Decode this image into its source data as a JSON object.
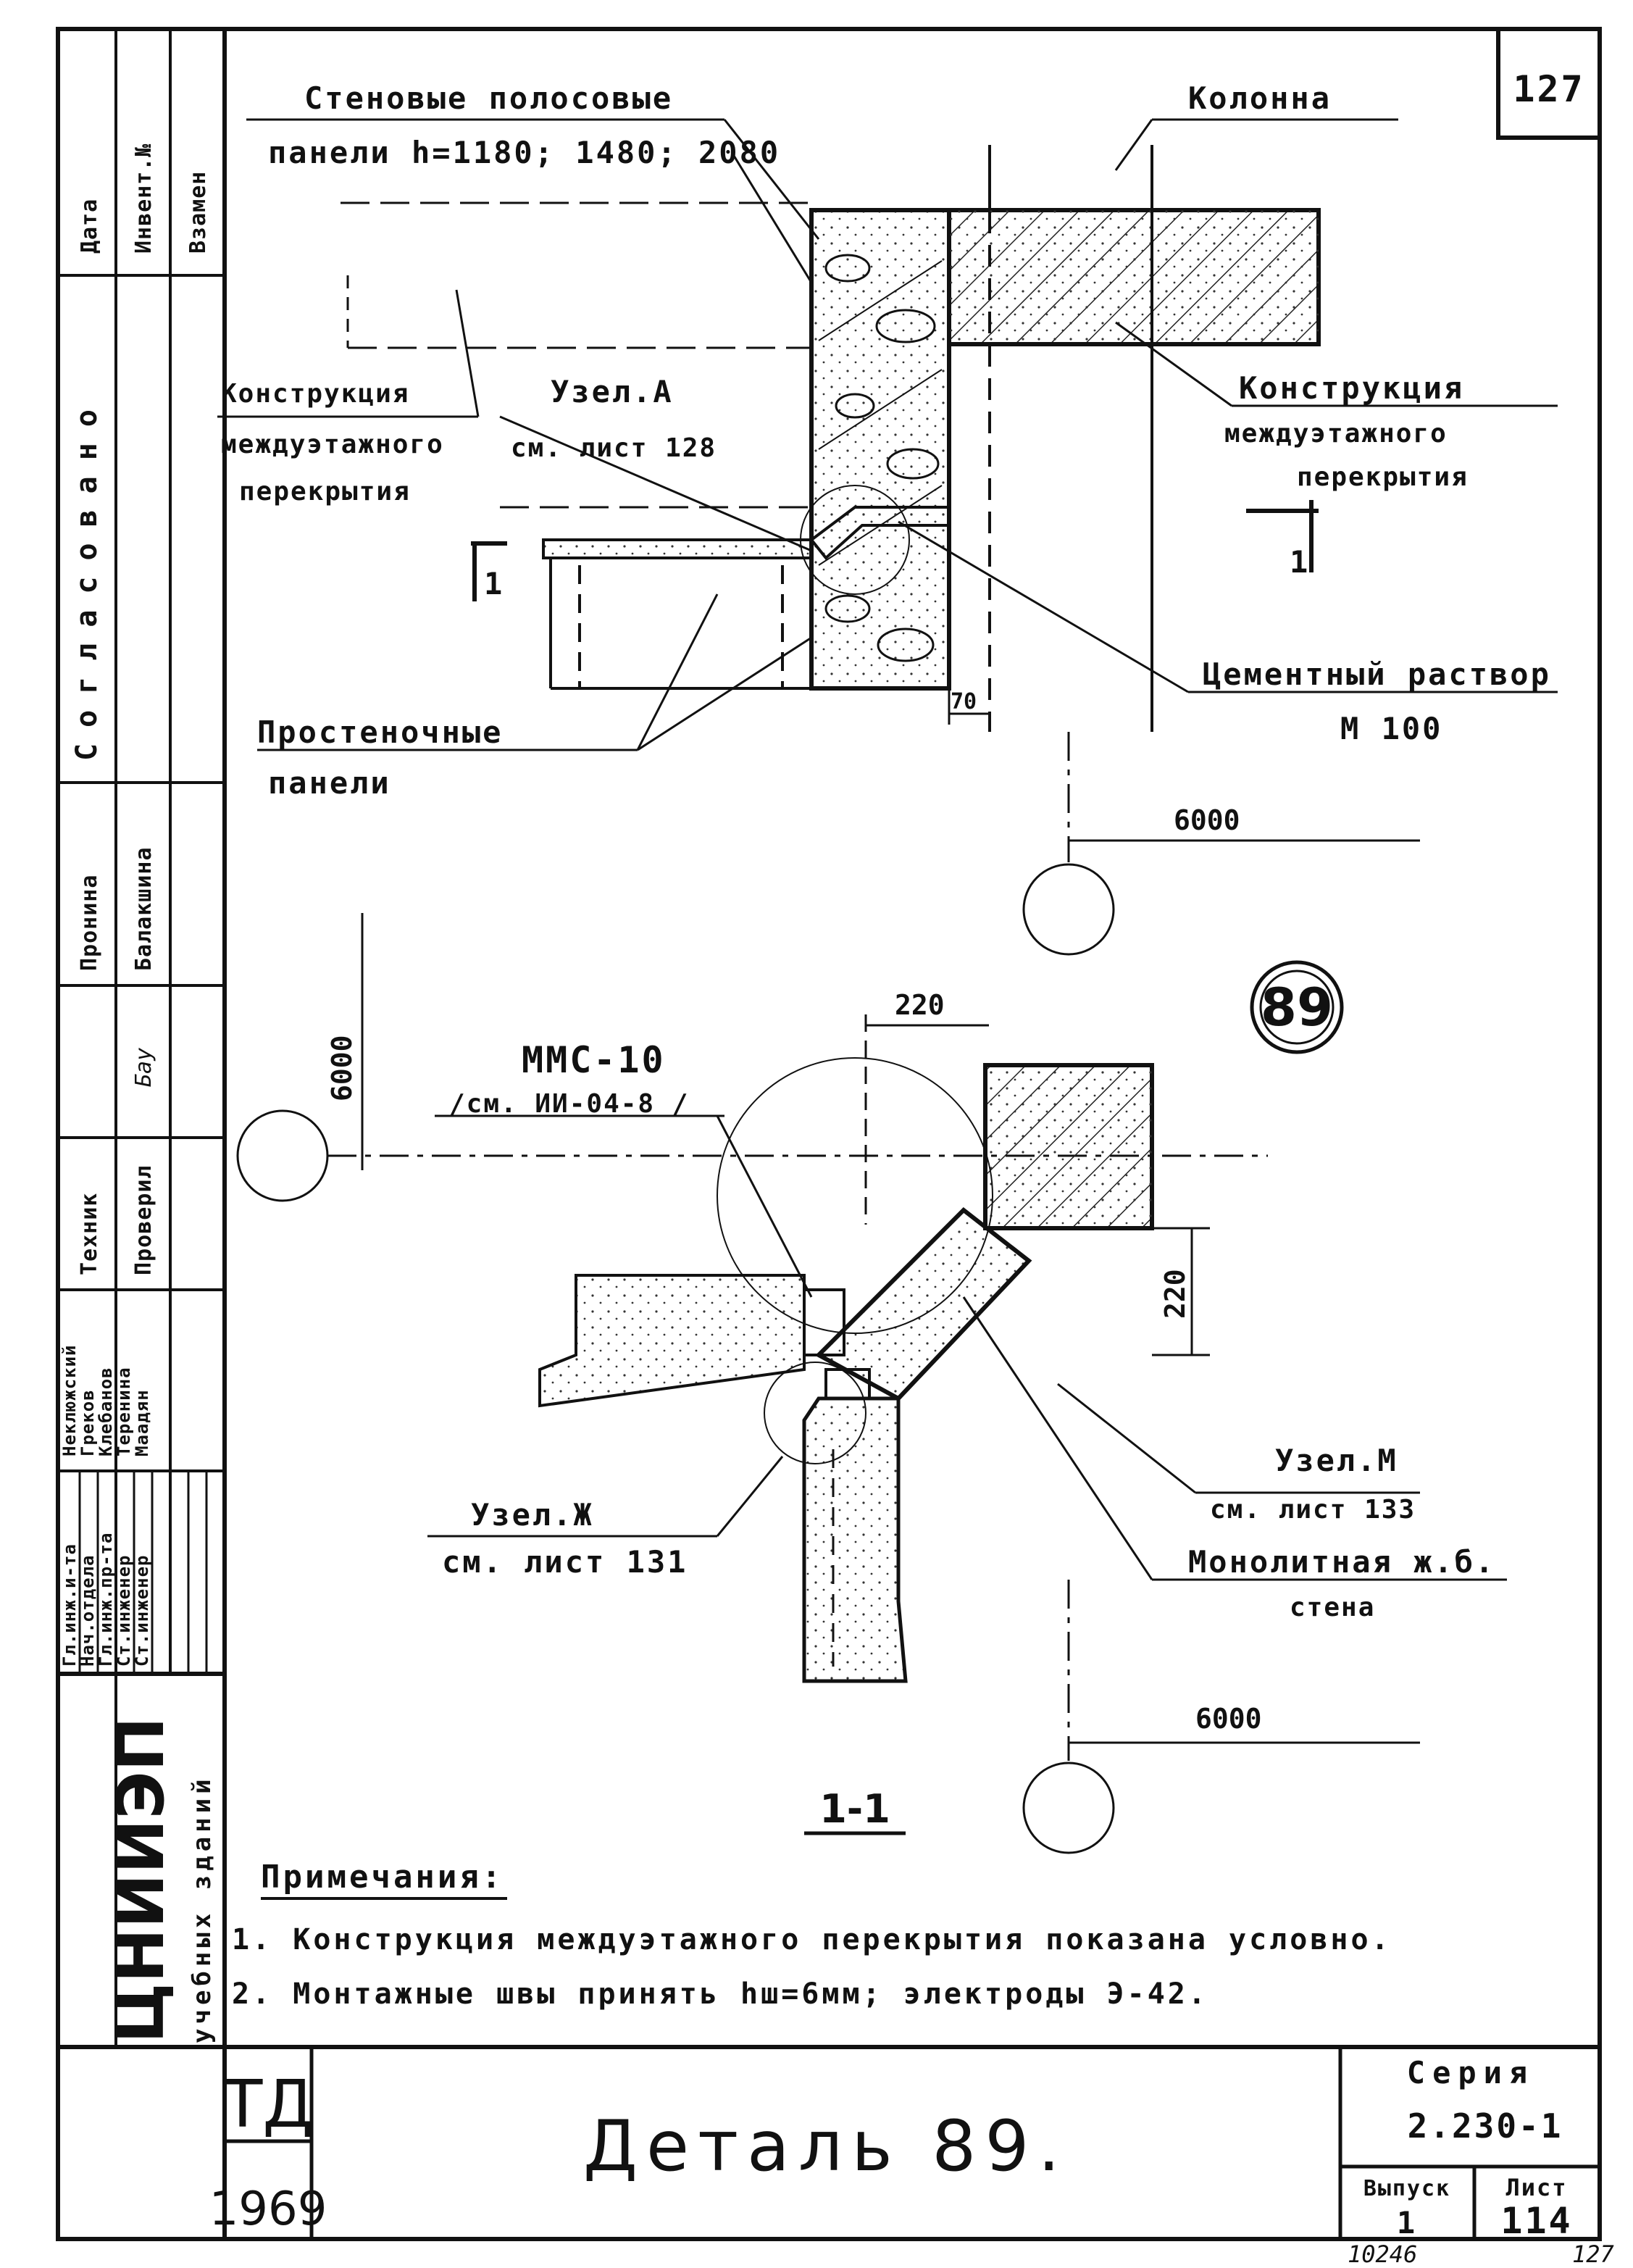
{
  "sheet_number_top": "127",
  "top_detail": {
    "wall_panels_label_1": "Стеновые полосовые",
    "wall_panels_label_2": "панели h=1180; 1480; 2080",
    "column_label": "Колонна",
    "floor_left_1": "Конструкция",
    "floor_left_2": "междуэтажного",
    "floor_left_3": "перекрытия",
    "node_a_1": "Узел.А",
    "node_a_2": "см. лист 128",
    "floor_right_1": "Конструкция",
    "floor_right_2": "междуэтажного",
    "floor_right_3": "перекрытия",
    "section_mark": "1",
    "cement_1": "Цементный раствор",
    "cement_2": "М 100",
    "pier_panels_1": "Простеночные",
    "pier_panels_2": "панели",
    "dim_70": "70",
    "dim_6000": "6000"
  },
  "plan_detail": {
    "detail_circle": "89",
    "dim_220_top": "220",
    "dim_6000_left": "6000",
    "mmc_1": "ММС-10",
    "mmc_2": "/см. ИИ-04-8 /",
    "dim_220_right": "220",
    "node_m_1": "Узел.М",
    "node_m_2": "см. лист 133",
    "node_zh_1": "Узел.Ж",
    "node_zh_2": "см. лист 131",
    "wall_1": "Монолитная ж.б.",
    "wall_2": "стена",
    "dim_6000_bottom": "6000",
    "section_title": "1-1"
  },
  "notes": {
    "heading": "Примечания:",
    "items": [
      "1. Конструкция междуэтажного перекрытия показана условно.",
      "2. Монтажные швы принять hш=6мм; электроды Э-42."
    ]
  },
  "left_strip": {
    "top_labels": [
      "Дата",
      "Инвент.№",
      "Взамен"
    ],
    "agreed": "Согласовано",
    "names_col": [
      "Пронина",
      "Балакшина"
    ],
    "roles_col": [
      "Техник",
      "Проверил"
    ],
    "sig_rows": [
      {
        "role": "Гл.инж.и-та",
        "name": "Неклюжский"
      },
      {
        "role": "Нач.отдела",
        "name": "Греков"
      },
      {
        "role": "Гл.инж.пр-та",
        "name": "Клебанов"
      },
      {
        "role": "Ст.инженер",
        "name": "Теренина"
      },
      {
        "role": "Ст.инженер",
        "name": "Маадян"
      }
    ],
    "org_name": "ЦНИИЭП",
    "org_sub": "учебных зданий"
  },
  "title_block": {
    "code": "ТД",
    "year": "1969",
    "title": "Деталь 89.",
    "series_label": "Серия",
    "series_value": "2.230-1",
    "issue_label": "Выпуск",
    "issue_value": "1",
    "sheet_label": "Лист",
    "sheet_value": "114",
    "footer_left": "10246",
    "footer_right": "127"
  }
}
